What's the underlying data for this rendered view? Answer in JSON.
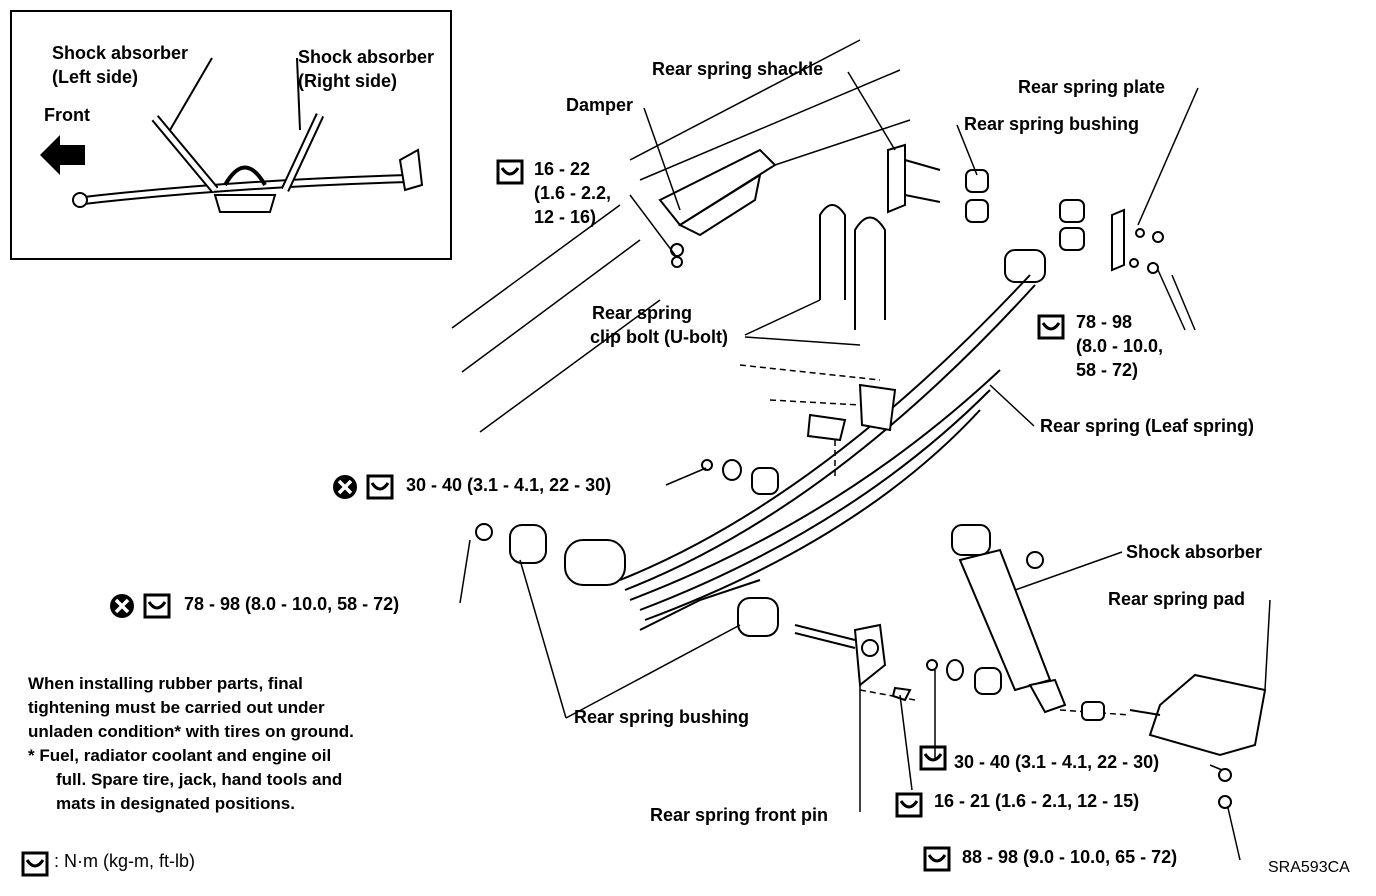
{
  "inset": {
    "shock_left": "Shock absorber",
    "shock_left_side": "(Left side)",
    "shock_right": "Shock absorber",
    "shock_right_side": "(Right side)",
    "front": "Front"
  },
  "labels": {
    "rear_spring_shackle": "Rear spring shackle",
    "damper": "Damper",
    "rear_spring_plate": "Rear spring plate",
    "rear_spring_bushing_top": "Rear spring bushing",
    "clip_bolt_1": "Rear spring",
    "clip_bolt_2": "clip bolt (U-bolt)",
    "leaf_spring": "Rear spring (Leaf spring)",
    "shock_absorber": "Shock absorber",
    "rear_spring_pad": "Rear spring pad",
    "rear_spring_bushing_bottom": "Rear spring bushing",
    "front_pin": "Rear spring front pin",
    "code": "SRA593CA"
  },
  "torques": {
    "t1_line1": "16 - 22",
    "t1_line2": "(1.6 - 2.2,",
    "t1_line3": "12 - 16)",
    "t2_line1": "78 - 98",
    "t2_line2": "(8.0 - 10.0,",
    "t2_line3": "58 - 72)",
    "t3": "30 - 40 (3.1 - 4.1, 22 - 30)",
    "t4": "78 - 98 (8.0 - 10.0, 58 - 72)",
    "t5": "30 - 40 (3.1 - 4.1, 22 - 30)",
    "t6": "16 - 21 (1.6 - 2.1, 12 - 15)",
    "t7": "88 - 98 (9.0 - 10.0, 65 - 72)"
  },
  "note": {
    "line1": "When installing rubber parts, final",
    "line2": "tightening must be carried out under",
    "line3": "unladen condition* with tires on ground.",
    "line4": "*   Fuel, radiator coolant and engine oil",
    "line5": "full. Spare tire, jack, hand tools and",
    "line6": "mats in designated positions."
  },
  "legend": {
    "units": ": N·m (kg-m, ft-lb)"
  }
}
